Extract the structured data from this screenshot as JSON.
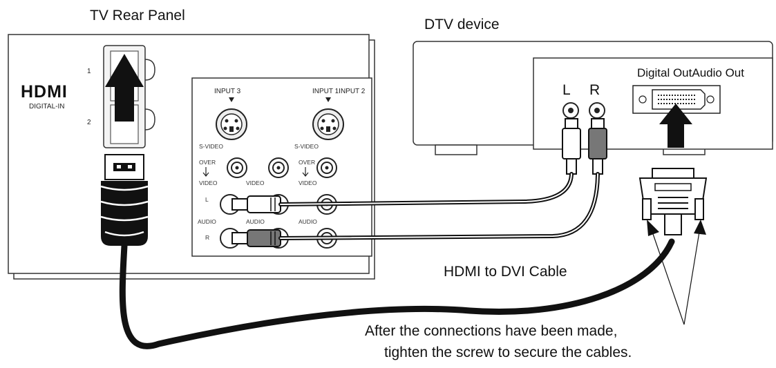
{
  "titles": {
    "tv_rear_panel": "TV Rear Panel",
    "dtv_device": "DTV device",
    "cable": "HDMI to DVI Cable",
    "instruction_line1": "After the connections have been made,",
    "instruction_line2": "tighten the screw to secure the cables."
  },
  "tv_panel": {
    "hdmi_logo": "HDMI",
    "hdmi_sub": "DIGITAL-IN",
    "port_1": "1",
    "port_2": "2",
    "input_3": "INPUT 3",
    "input_12": "INPUT 1INPUT 2",
    "svideo_left": "S-VIDEO",
    "svideo_right": "S-VIDEO",
    "over_left": "OVER",
    "over_right": "OVER",
    "video_left": "VIDEO",
    "video_mid": "VIDEO",
    "video_right": "VIDEO",
    "l_label": "L",
    "audio_left": "AUDIO",
    "audio_mid": "AUDIO",
    "audio_right": "AUDIO",
    "r_label": "R"
  },
  "dtv": {
    "l": "L",
    "r": "R",
    "digital_audio_out": "Digital OutAudio Out"
  }
}
